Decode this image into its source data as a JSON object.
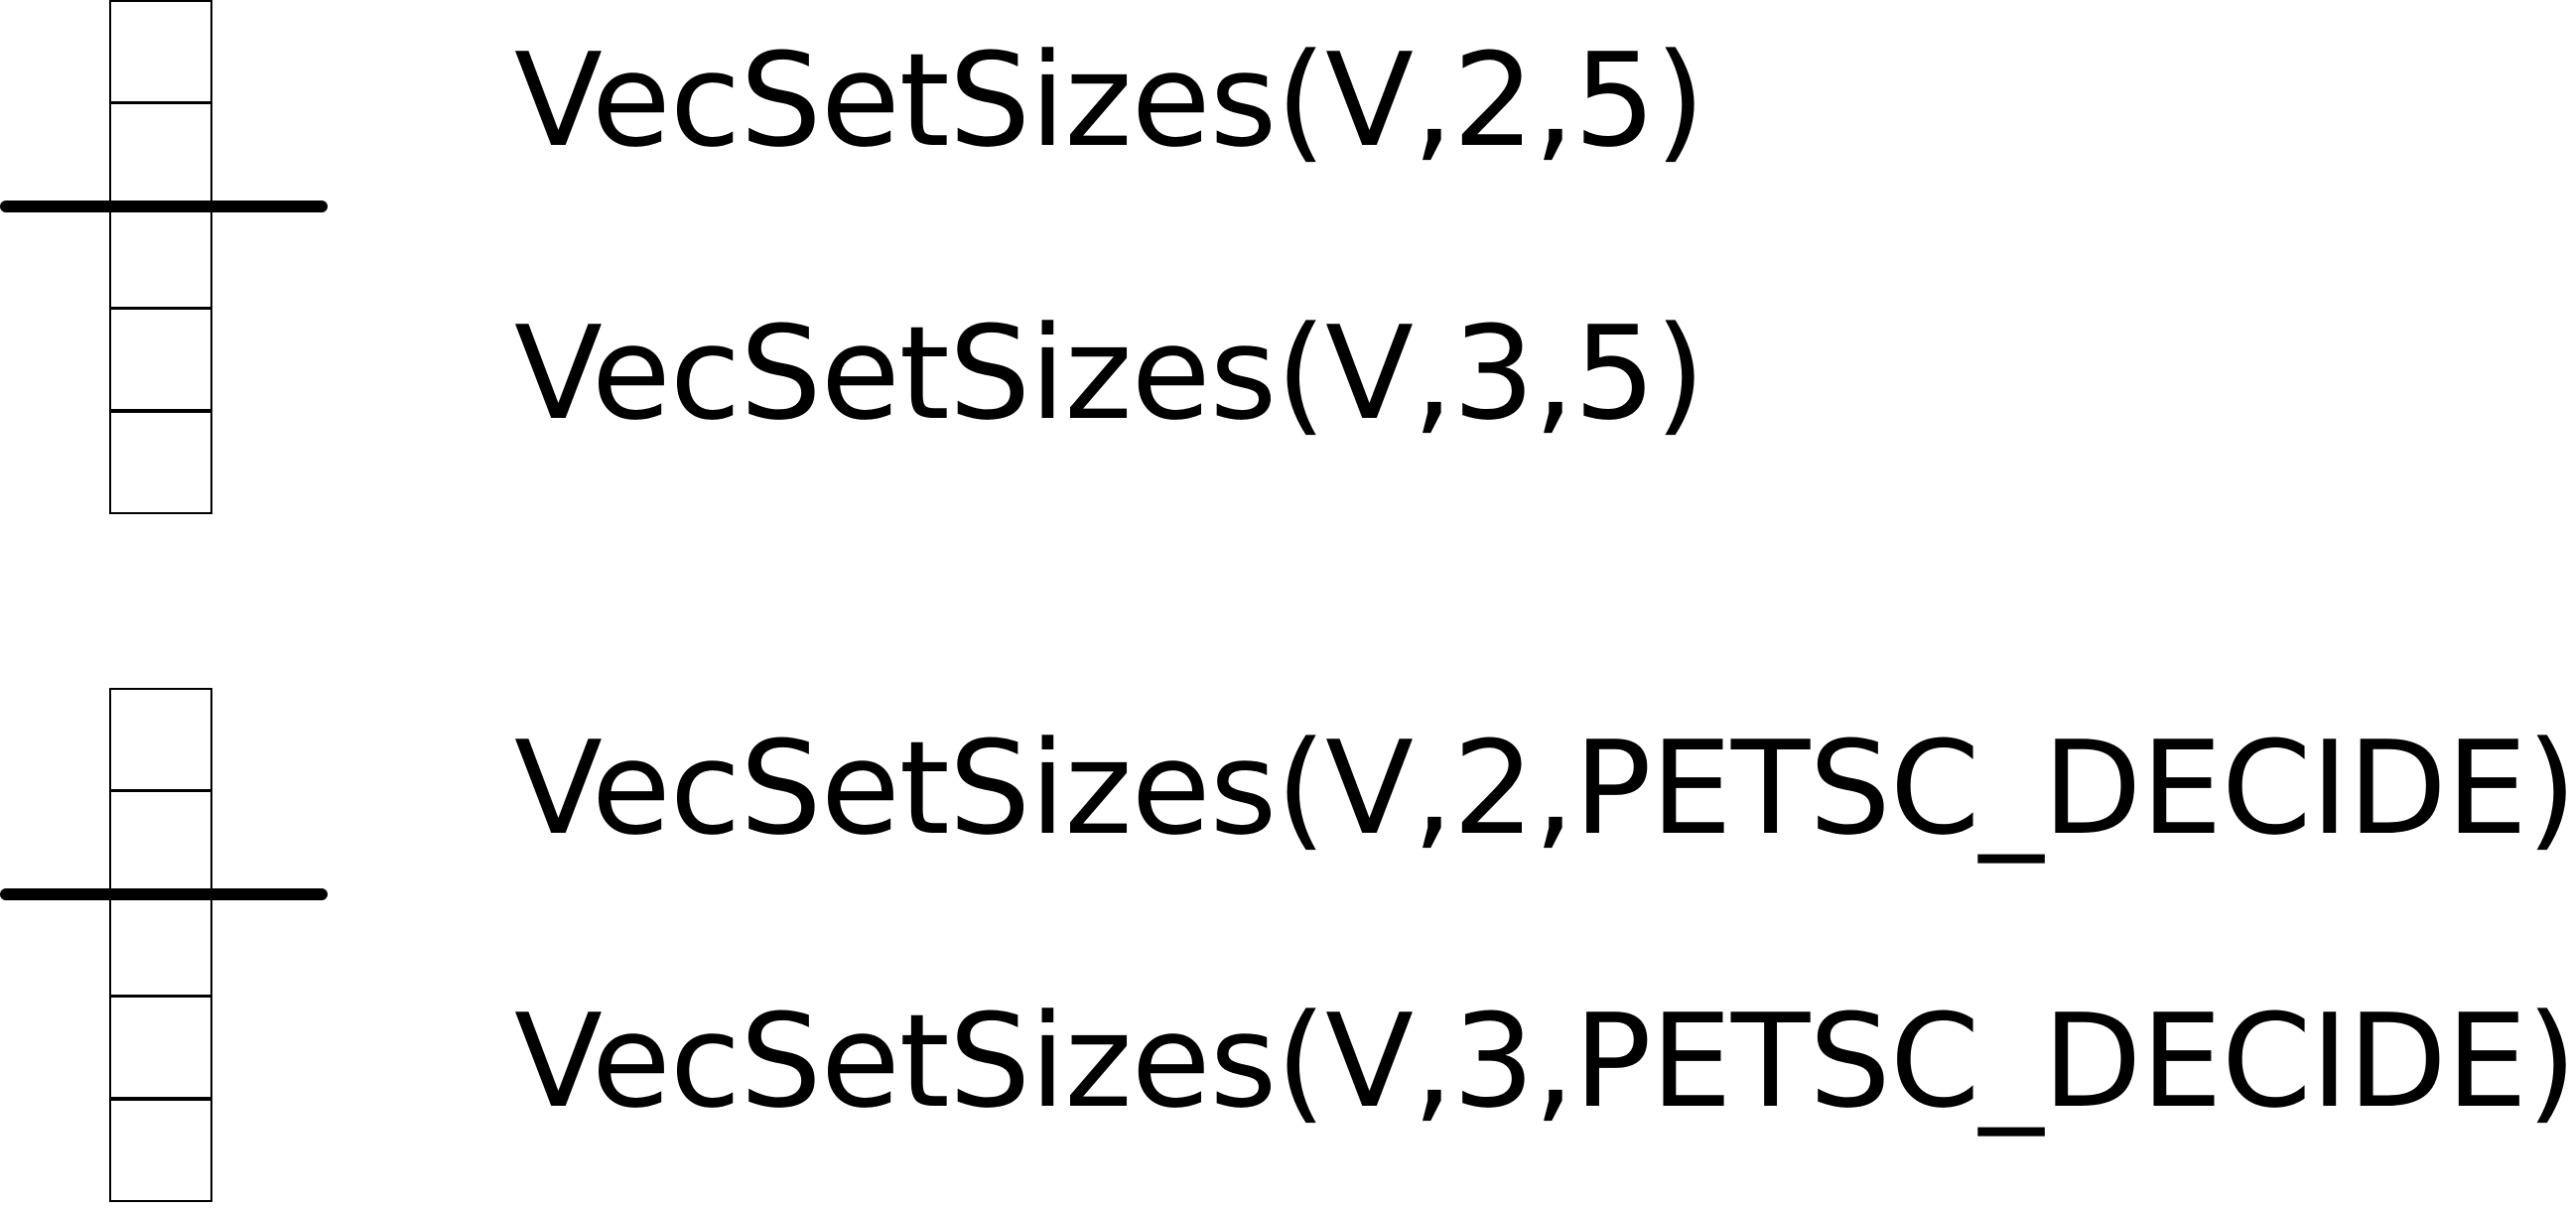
{
  "groups": [
    {
      "calls": [
        "VecSetSizes(V,2,5)",
        "VecSetSizes(V,3,5)"
      ]
    },
    {
      "calls": [
        "VecSetSizes(V,2,PETSC_DECIDE)",
        "VecSetSizes(V,3,PETSC_DECIDE)"
      ]
    }
  ],
  "colors": {
    "stroke": "#000000",
    "background": "#ffffff"
  }
}
